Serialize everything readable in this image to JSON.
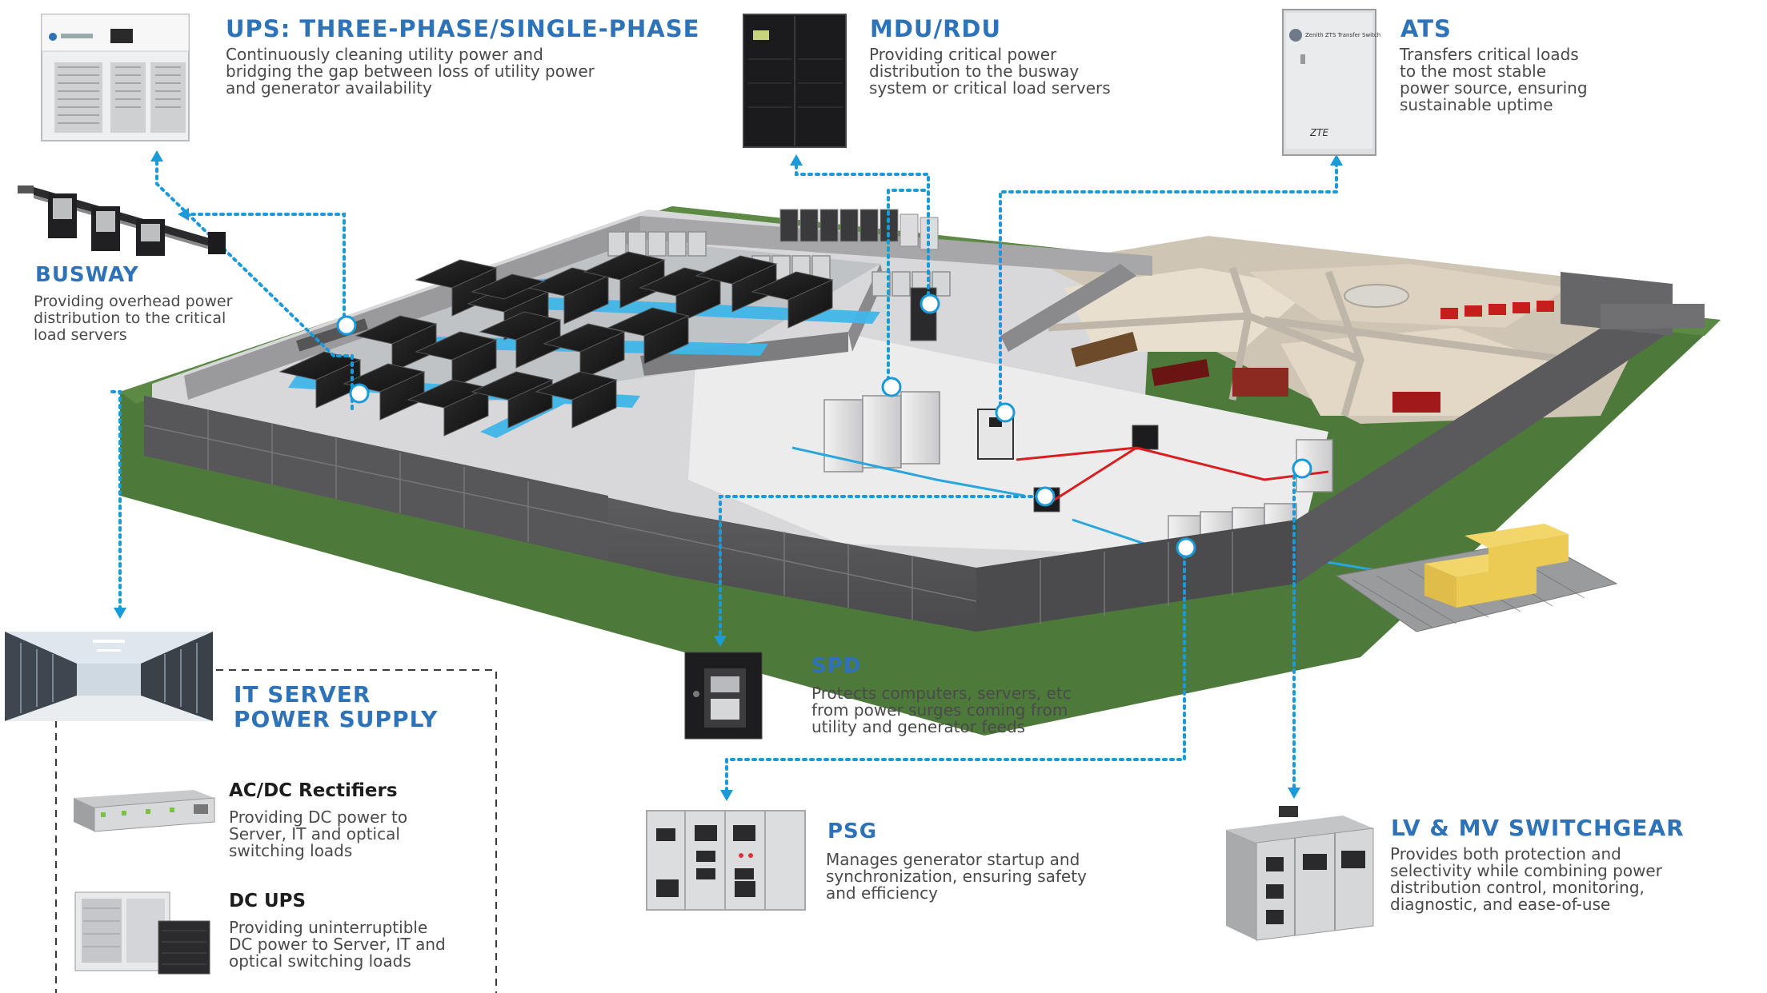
{
  "ups": {
    "title": "UPS: THREE-PHASE/SINGLE-PHASE",
    "desc": "Continuously cleaning utility power and\nbridging the gap between loss of utility power\nand generator availability"
  },
  "mdu": {
    "title": "MDU/RDU",
    "desc": "Providing critical power\ndistribution to the busway\nsystem or critical load servers"
  },
  "ats": {
    "title": "ATS",
    "desc": "Transfers critical loads\nto the most stable\npower source, ensuring\nsustainable uptime",
    "device_label": "Zenith ZTS Transfer Switch",
    "device_logo": "ZTE"
  },
  "busway": {
    "title": "BUSWAY",
    "desc": "Providing overhead power\ndistribution to the critical\nload servers"
  },
  "it_server": {
    "title_line1": "IT SERVER",
    "title_line2": "POWER SUPPLY"
  },
  "rectifiers": {
    "title": "AC/DC Rectifiers",
    "desc": "Providing DC power to\nServer, IT and optical\nswitching loads"
  },
  "dc_ups": {
    "title": "DC UPS",
    "desc": "Providing uninterruptible\nDC power to Server, IT and\noptical switching loads"
  },
  "spd": {
    "title": "SPD",
    "desc": "Protects computers, servers, etc\nfrom power surges coming from\nutility and generator feeds"
  },
  "psg": {
    "title": "PSG",
    "desc": "Manages generator startup and\nsynchronization, ensuring safety\nand efficiency"
  },
  "switchgear": {
    "title": "LV & MV SWITCHGEAR",
    "desc": "Provides both protection and\nselectivity while combining power\ndistribution control, monitoring,\ndiagnostic, and ease-of-use"
  },
  "colors": {
    "accent_blue": "#2e73b8",
    "connector_blue": "#1a9ad9",
    "grass": "#4d7a3a",
    "wall": "#5d5d5f",
    "floor": "#e9e9ea"
  }
}
